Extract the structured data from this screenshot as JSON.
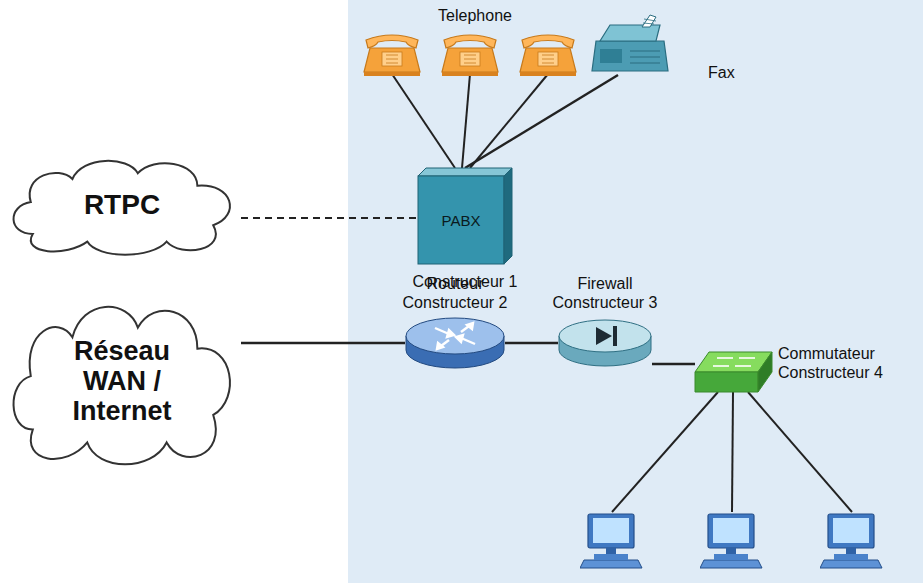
{
  "diagram": {
    "nodes": [
      {
        "text": [
          "Fax"
        ]
      },
      {
        "text": [
          "RTPC"
        ]
      },
      {
        "text": [
          "PABX",
          "Constructeur 1"
        ]
      },
      {
        "text": [
          "Réseau WAN / Internet"
        ]
      },
      {
        "text": [
          "Routeur Constructeur 2"
        ]
      },
      {
        "text": [
          "Firewall Constructeur 3"
        ]
      },
      {
        "text": [
          "Commutateur Constructeur 4"
        ]
      }
    ],
    "edges": [
      {
        "from": 0,
        "to": 2,
        "arrow": "none"
      },
      {
        "from": 1,
        "to": 2,
        "arrow": "none"
      },
      {
        "from": 3,
        "to": 4,
        "arrow": "none"
      },
      {
        "from": 4,
        "to": 5,
        "arrow": "none"
      },
      {
        "from": 5,
        "to": 6,
        "arrow": "none"
      }
    ],
    "labels": [
      "Telephone"
    ]
  }
}
